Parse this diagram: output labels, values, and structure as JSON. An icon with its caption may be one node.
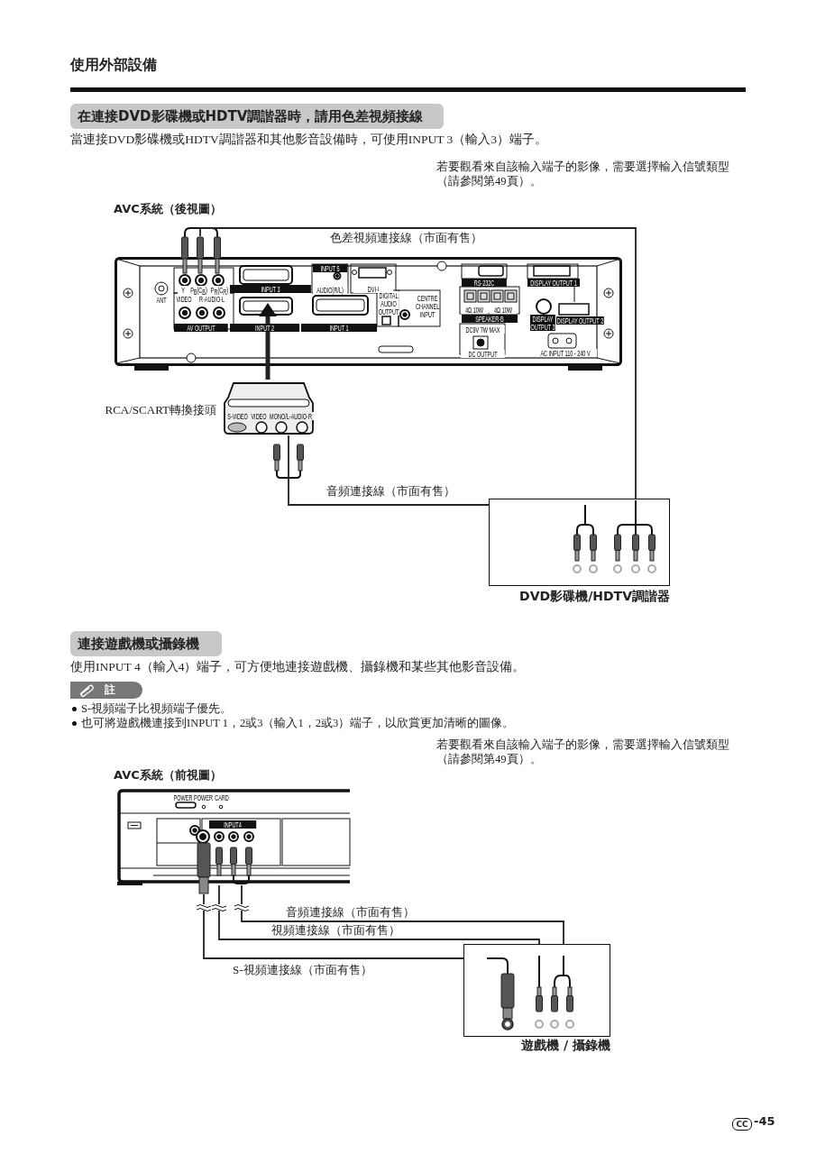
{
  "diagram": {
    "title": "使用外部設備",
    "nodes": [
      {
        "text": [
          "AVC系統（後視圖）"
        ]
      },
      {
        "text": [
          "S-VIDEO",
          "VIDEO",
          "MONO/L-AUDIO-R"
        ],
        "beside": [
          "RCA/SCART轉換接頭"
        ]
      },
      {
        "text": [
          "DVD影碟機/HDTV調諧器"
        ]
      },
      {
        "text": [
          "AVC系統（前視圖）"
        ]
      },
      {
        "text": [
          "遊戲機 / 攝錄機"
        ]
      }
    ],
    "edges": [
      {
        "from": 0,
        "to": 2,
        "arrow": "other",
        "label": "色差視頻連接線（市面有售）"
      },
      {
        "from": 1,
        "to": 0,
        "arrow": "to",
        "style": "thick"
      },
      {
        "from": 1,
        "to": 2,
        "arrow": "none",
        "label": "音頻連接線（市面有售）"
      },
      {
        "from": 3,
        "to": 4,
        "arrow": "none",
        "label": "音頻連接線（市面有售）"
      },
      {
        "from": 3,
        "to": 4,
        "arrow": "none",
        "label": "視頻連接線（市面有售）"
      },
      {
        "from": 3,
        "to": 4,
        "arrow": "other",
        "label": "S-視頻連接線（市面有售）"
      }
    ],
    "labels": [
      "在連接DVD影碟機或HDTV調諧器時，請用色差視頻接線",
      "當連接DVD影碟機或HDTV調諧器和其他影音設備時，可使用INPUT 3（輸入3）端子。",
      "若要觀看來自該輸入端子的影像，需要選擇輸入信號類型（請參閱第49頁）。",
      "Y",
      "P$_{B}$(C$_{B}$)",
      "P$_{R}$(C$_{R}$)",
      "INPUT 3",
      "INPUT 5",
      "AUDIO(R/L)",
      "DVI-I",
      "RS-232C",
      "DISPLAY OUTPUT 1",
      "ANT",
      "VIDEO",
      "R-AUDIO-L",
      "DIGITAL AUDIO OUTPUT",
      "CENTRE CHANNEL INPUT",
      "4Ω 10W",
      "4Ω 10W",
      "SPEAKER-B",
      "DISPLAY OUTPUT 3",
      "DISPLAY OUTPUT 2",
      "AV OUTPUT",
      "INPUT 2",
      "INPUT 1",
      "DC9V 7W MAX",
      "DC OUTPUT",
      "AC INPUT 110 - 240 V",
      "連接遊戲機或攝錄機",
      "使用INPUT 4（輸入4）端子，可方便地連接遊戲機、攝錄機和某些其他影音設備。",
      "註",
      "S-視頻端子比視頻端子優先。",
      "也可將遊戲機連接到INPUT 1，2或3（輸入1，2或3）端子，以欣賞更加清晰的圖像。",
      "若要觀看來自該輸入端子的影像，需要選擇輸入信號類型（請參閱第49頁）。",
      "POWER",
      "POWER",
      "CARD",
      "INPUT4",
      "CC",
      "-45"
    ]
  }
}
